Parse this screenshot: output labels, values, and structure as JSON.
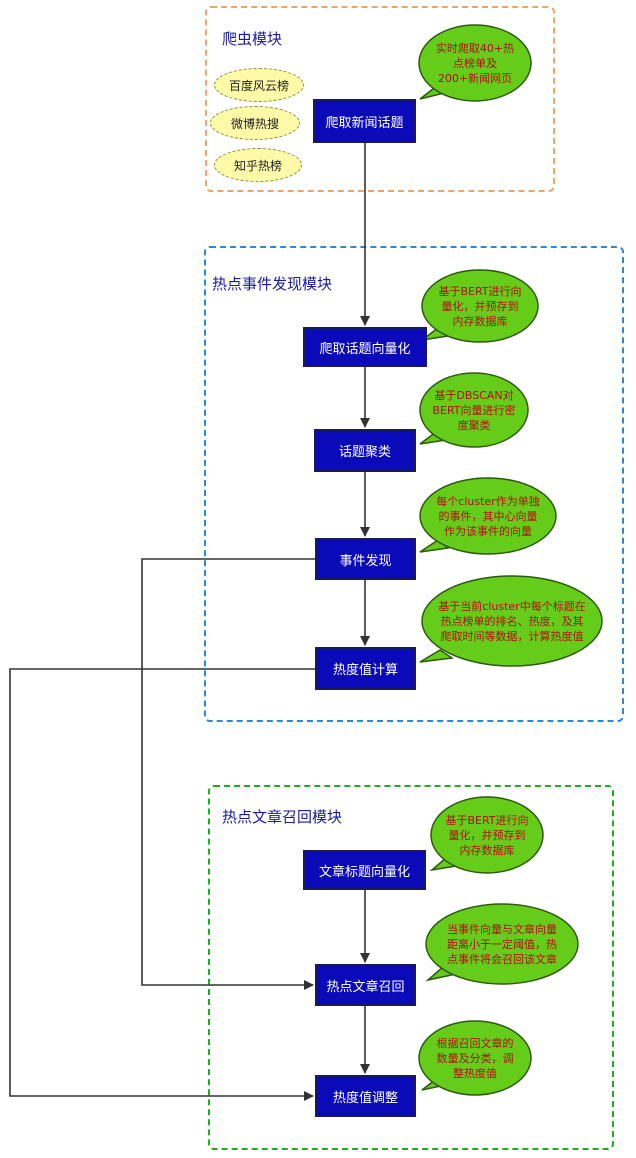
{
  "modules": {
    "crawler": {
      "title": "爬虫模块",
      "border_color": "#f4a460"
    },
    "event": {
      "title": "热点事件发现模块",
      "border_color": "#2a8ad4"
    },
    "recall": {
      "title": "热点文章召回模块",
      "border_color": "#22aa22"
    }
  },
  "sources": [
    "百度风云榜",
    "微博热搜",
    "知乎热榜"
  ],
  "nodes": {
    "crawl_news": "爬取新闻话题",
    "vectorize_topics": "爬取话题向量化",
    "topic_clustering": "话题聚类",
    "event_discovery": "事件发现",
    "heat_calc": "热度值计算",
    "title_vectorize": "文章标题向量化",
    "hot_recall": "热点文章召回",
    "heat_adjust": "热度值调整"
  },
  "notes": {
    "crawl": "实时爬取40+热\n点榜单及\n200+新闻网页",
    "vectorize": "基于BERT进行向\n量化，并预存到\n内存数据库",
    "cluster": "基于DBSCAN对\nBERT向量进行密\n度聚类",
    "event": "每个cluster作为单独\n的事件，其中心向量\n作为该事件的向量",
    "heat": "基于当前cluster中每个标题在\n热点榜单的排名、热度，及其\n爬取时间等数据，计算热度值",
    "title_vec": "基于BERT进行向\n量化，并预存到\n内存数据库",
    "recall": "当事件向量与文章向量\n距离小于一定阈值，热\n点事件将会召回该文章",
    "adjust": "根据召回文章的\n数量及分类，调\n整热度值"
  },
  "colors": {
    "node_fill": "#0a0ab8",
    "bubble_fill": "#66cc1a",
    "source_fill": "#fffaa8",
    "note_text": "#b01010"
  }
}
